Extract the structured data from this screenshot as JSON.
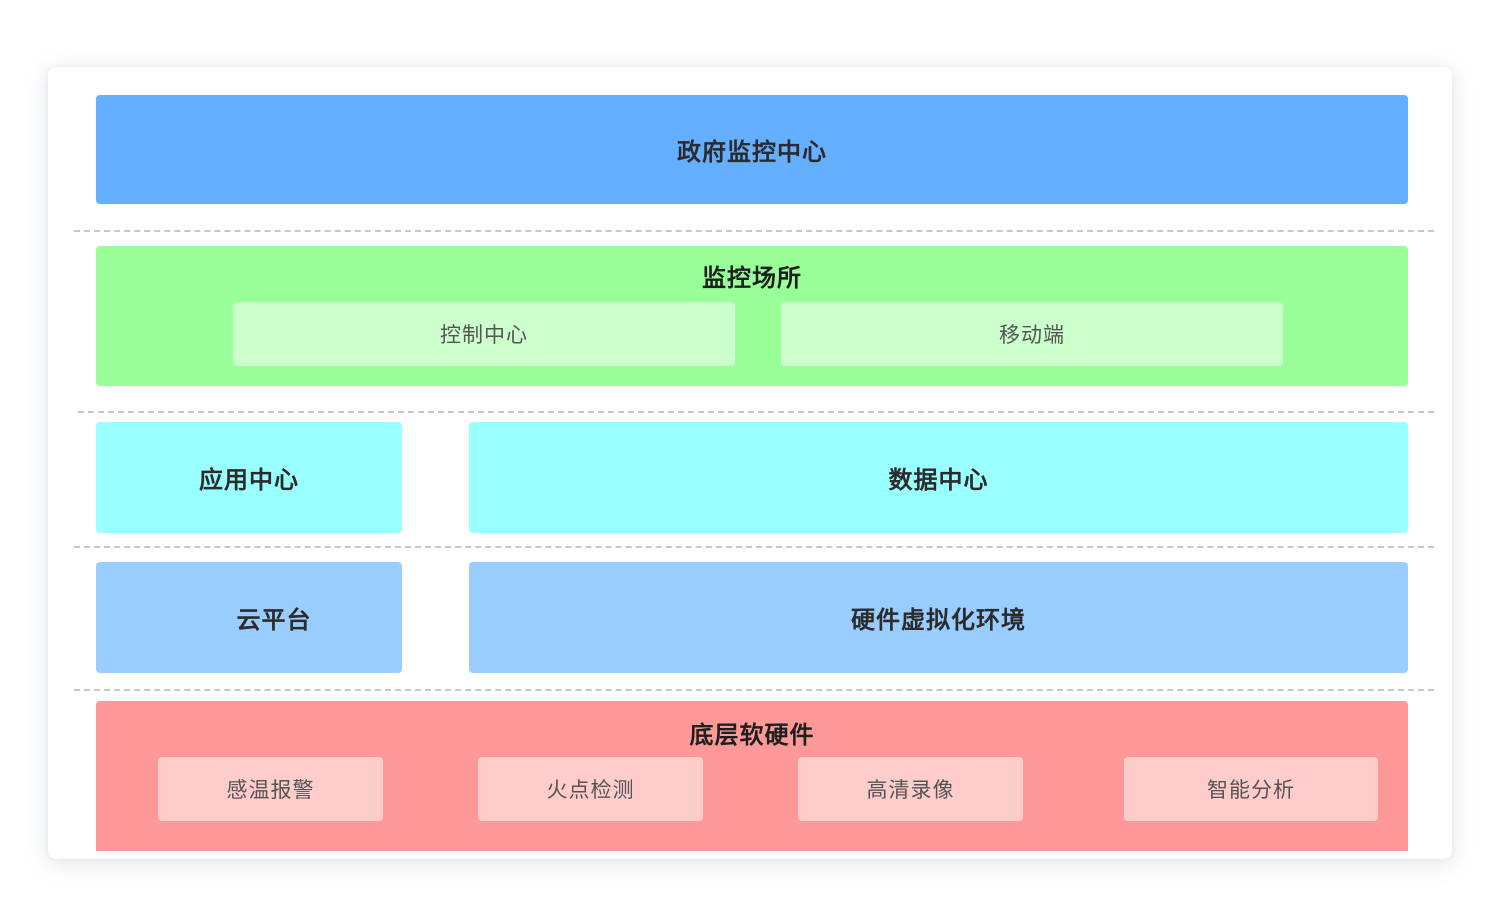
{
  "colors": {
    "government": "#64afff",
    "monitoring": "#99ff99",
    "monitoring_item": "#ccffcc",
    "application": "#99ffff",
    "cloud": "#99ccff",
    "hardware": "#ff9999",
    "hardware_item": "#ffcccc"
  },
  "government": {
    "label": "政府监控中心"
  },
  "monitoring": {
    "title": "监控场所",
    "items": [
      "控制中心",
      "移动端"
    ]
  },
  "application": {
    "app_center": "应用中心",
    "data_center": "数据中心"
  },
  "cloud": {
    "platform": "云平台",
    "virtualization": "硬件虚拟化环境"
  },
  "hardware": {
    "title": "底层软硬件",
    "items": [
      "感温报警",
      "火点检测",
      "高清录像",
      "智能分析"
    ]
  }
}
